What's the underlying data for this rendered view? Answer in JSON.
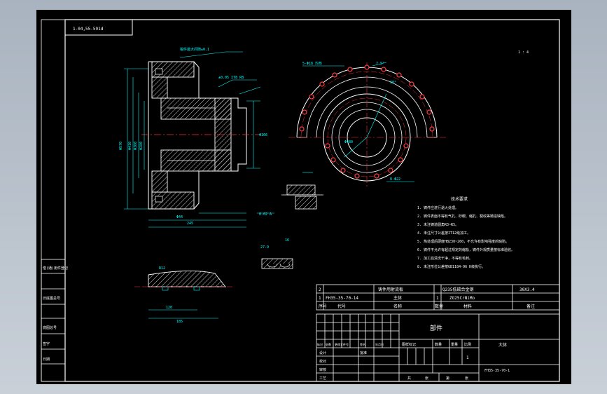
{
  "colors": {
    "frame": "#ffffff",
    "dimension": "#00ffff",
    "centerline": "#ff3030",
    "hatch": "#ffffff",
    "background": "#000000"
  },
  "drawing_code_box": "1-04,55-591d",
  "scale_note": "1 : 4",
  "technical_requirements": {
    "title": "技术要求",
    "items": [
      "1. 铸件应进行退火处理。",
      "2. 铸件表面不得有气孔、砂眼、缩孔、裂纹等铸造缺陷。",
      "3. 未注铸造圆角R3~R5。",
      "4. 未注尺寸公差按IT12级加工。",
      "5. 热处理后硬度HB230~260，不允许有影响强度的缺陷。",
      "6. 铸件不允许有超过规定的缩松，铸件外观质量按标准验收。",
      "7. 加工后清洗干净，不得有毛刺。",
      "8. 未注形位公差按GB1184-96 K级执行。"
    ]
  },
  "part_list": {
    "row2": {
      "seq": "2",
      "code": "",
      "name": "铸件用射流板",
      "qty": "",
      "material": "Q235低碳合金钢",
      "size": "30X3.4"
    },
    "row1": {
      "seq": "1",
      "code": "FH35-35-70-14",
      "name": "主体",
      "qty": "1",
      "material": "ZG25CrNiMo",
      "note": ""
    },
    "header": {
      "seq": "序号",
      "code": "代号",
      "name": "名称",
      "qty": "数量",
      "material": "材料",
      "note": "备注"
    }
  },
  "title_block": {
    "part_name": "部件",
    "company": "大体",
    "drawing_no": "FH35-35-70-1",
    "sign_labels": [
      "标记",
      "处数",
      "更改文件号",
      "签名",
      "年月日"
    ],
    "role_labels": [
      "设计",
      "校对",
      "审核",
      "工艺",
      "批准"
    ],
    "doc_labels": [
      "图样标记",
      "数量",
      "重量",
      "比例"
    ],
    "sheet_labels": [
      "共",
      "张",
      "第",
      "张"
    ],
    "stage": "",
    "scale_value": "1"
  },
  "left_margin_labels": [
    "借(通)用件登记",
    "旧底图总号",
    "底图总号",
    "签字",
    "日期"
  ]
}
